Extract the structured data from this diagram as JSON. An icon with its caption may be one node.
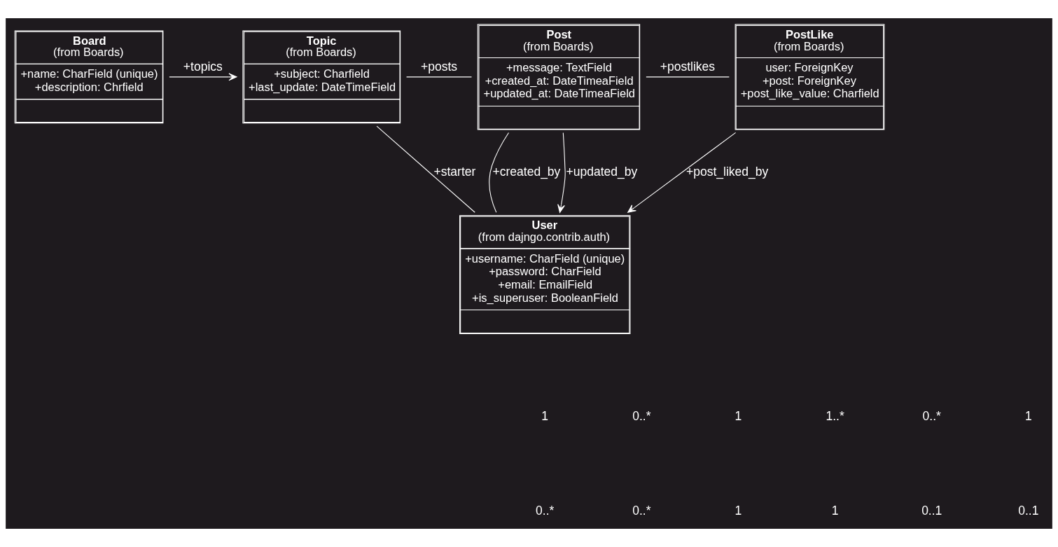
{
  "diagram": {
    "nodes": [
      {
        "text": [
          "Board",
          "(from Boards)",
          "+name: CharField (unique)",
          "+description: Chrfield"
        ]
      },
      {
        "text": [
          "Topic",
          "(from Boards)",
          "+subject: Charfield",
          "+last_update: DateTimeField"
        ]
      },
      {
        "text": [
          "Post",
          "(from Boards)",
          "+message: TextField",
          "+created_at: DateTimeaField",
          "+updated_at: DateTimeaField"
        ]
      },
      {
        "text": [
          "PostLike",
          "(from Boards)",
          "user: ForeignKey",
          "+post: ForeignKey",
          "+post_like_value: Charfield"
        ]
      },
      {
        "text": [
          "User",
          "(from dajngo.contrib.auth)",
          "+username: CharField (unique)",
          "+password: CharField",
          "+email: EmailField",
          "+is_superuser: BooleanField"
        ]
      }
    ],
    "edges": [
      {
        "from": 0,
        "to": 1,
        "arrow": "to",
        "label": "+topics"
      },
      {
        "from": 1,
        "to": 2,
        "arrow": "none",
        "label": "+posts"
      },
      {
        "from": 2,
        "to": 3,
        "arrow": "none",
        "label": "+postlikes"
      },
      {
        "from": 2,
        "to": 4,
        "arrow": "none",
        "label": "+created_by"
      },
      {
        "from": 2,
        "to": 4,
        "arrow": "to",
        "label": "+updated_by"
      },
      {
        "from": 1,
        "to": 4,
        "arrow": "none",
        "label": "+starter"
      },
      {
        "from": 3,
        "to": 4,
        "arrow": "to",
        "label": "+post_liked_by"
      }
    ],
    "labels": [
      "1",
      "0..*",
      "1",
      "1..*",
      "0..*",
      "1",
      "0..*",
      "0..*",
      "1",
      "1",
      "0..1",
      "0..1"
    ]
  }
}
